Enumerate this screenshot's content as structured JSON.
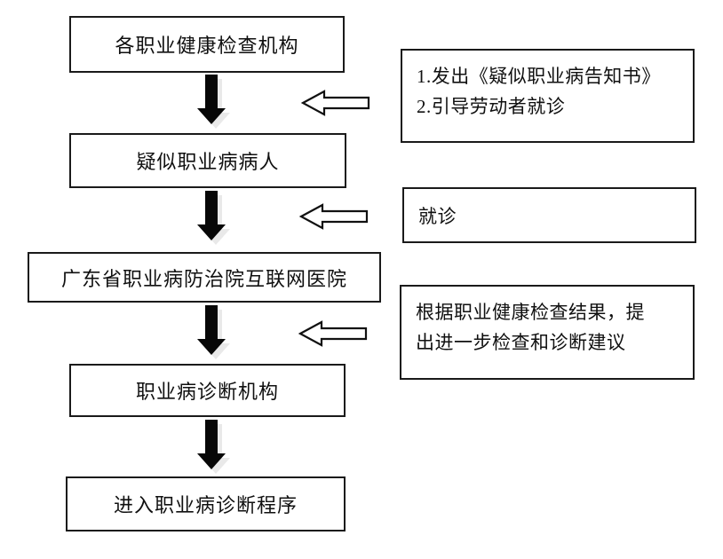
{
  "diagram": {
    "type": "flowchart",
    "orientation": "top-to-bottom",
    "flow_boxes": [
      {
        "id": "inspection",
        "label": "各职业健康检查机构"
      },
      {
        "id": "suspected",
        "label": "疑似职业病病人"
      },
      {
        "id": "hospital",
        "label": "广东省职业病防治院互联网医院"
      },
      {
        "id": "diagnosis_org",
        "label": "职业病诊断机构"
      },
      {
        "id": "enter_procedure",
        "label": "进入职业病诊断程序"
      }
    ],
    "notes": [
      {
        "id": "notice",
        "lines": [
          "1.发出《疑似职业病告知书》",
          "2.引导劳动者就诊"
        ]
      },
      {
        "id": "visit",
        "lines": [
          "就诊"
        ]
      },
      {
        "id": "advice",
        "lines": [
          "根据职业健康检查结果，提",
          "出进一步检查和诊断建议"
        ]
      }
    ],
    "connectors": {
      "vertical_arrow_count": 4,
      "vertical_arrow_style": "solid-black-down-arrow-with-shadow",
      "horizontal_arrow_count": 3,
      "horizontal_arrow_style": "hollow-left-arrow"
    },
    "colors": {
      "stroke": "#1a1a1a",
      "fill": "#ffffff",
      "arrow_solid": "#050505",
      "arrow_shadow": "#e8e8e8",
      "text": "#101010",
      "background": "#ffffff"
    }
  }
}
